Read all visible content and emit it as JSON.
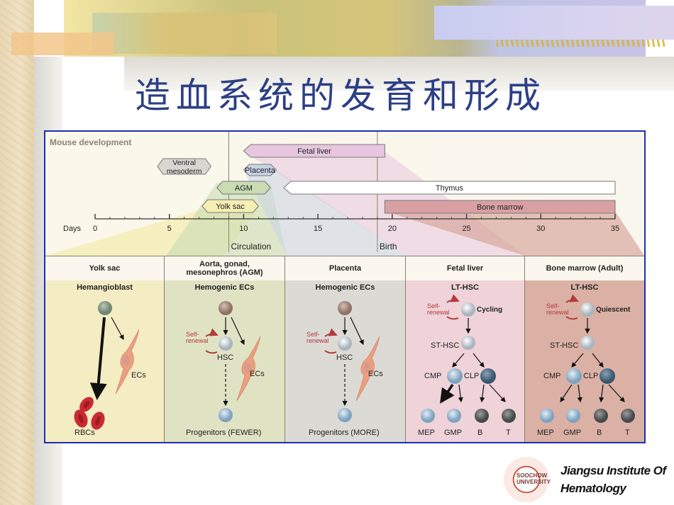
{
  "slide": {
    "title": "造血系统的发育和形成",
    "institution_line1": "Jiangsu Institute Of",
    "institution_line2": "Hematology",
    "logo_text": "SOOCHOW UNIVERSITY"
  },
  "timeline": {
    "title": "Mouse development",
    "axis_label": "Days",
    "ticks": [
      "0",
      "5",
      "10",
      "15",
      "20",
      "25",
      "30",
      "35"
    ],
    "axis_range": [
      0,
      35
    ],
    "markers": [
      {
        "label": "Circulation",
        "day": 9
      },
      {
        "label": "Birth",
        "day": 19
      }
    ],
    "sites": [
      {
        "label": "Ventral mesoderm",
        "line1": "Ventral",
        "line2": "mesoderm",
        "start": 4.2,
        "end": 7.8,
        "color": "#d9d6d1",
        "shape": "hex"
      },
      {
        "label": "Fetal liver",
        "start": 10,
        "end": 19.5,
        "color": "#e7c6df",
        "shape": "arrow-left"
      },
      {
        "label": "Placenta",
        "start": 10,
        "end": 12.2,
        "color": "#c9d3e6",
        "shape": "hex"
      },
      {
        "label": "AGM",
        "start": 8.2,
        "end": 11.8,
        "color": "#c9dcb4",
        "shape": "hex"
      },
      {
        "label": "Thymus",
        "start": 12.7,
        "end": 35,
        "color": "#ffffff",
        "shape": "arrow-left"
      },
      {
        "label": "Yolk sac",
        "start": 7.2,
        "end": 11,
        "color": "#f5efb3",
        "shape": "hex"
      },
      {
        "label": "Bone marrow",
        "start": 19.5,
        "end": 35,
        "color": "#d9a0a4",
        "shape": "rect"
      }
    ]
  },
  "panels": [
    {
      "header": "Yolk sac",
      "subtitle": "Hemangioblast",
      "bg": "#f4ecc2",
      "labels": {
        "ecs": "ECs",
        "rbcs": "RBCs"
      }
    },
    {
      "header": "Aorta, gonad, mesonephros (AGM)",
      "header_line1": "Aorta, gonad,",
      "header_line2": "mesonephros (AGM)",
      "subtitle": "Hemogenic ECs",
      "bg": "#dfe3c4",
      "labels": {
        "self1": "Self-",
        "self2": "renewal",
        "hsc": "HSC",
        "ecs": "ECs",
        "progenitors": "Progenitors (FEWER)"
      }
    },
    {
      "header": "Placenta",
      "subtitle": "Hemogenic ECs",
      "bg": "#dcdad5",
      "labels": {
        "self1": "Self-",
        "self2": "renewal",
        "hsc": "HSC",
        "ecs": "ECs",
        "progenitors": "Progenitors (MORE)"
      }
    },
    {
      "header": "Fetal liver",
      "subtitle": "LT-HSC",
      "bg": "#efd3d8",
      "labels": {
        "self1": "Self-",
        "self2": "renewal",
        "state": "Cycling",
        "st": "ST-HSC",
        "cmp": "CMP",
        "clp": "CLP",
        "mep": "MEP",
        "gmp": "GMP",
        "b": "B",
        "t": "T"
      }
    },
    {
      "header": "Bone marrow (Adult)",
      "subtitle": "LT-HSC",
      "bg": "#dbb0a5",
      "labels": {
        "self1": "Self-",
        "self2": "renewal",
        "state": "Quiescent",
        "st": "ST-HSC",
        "cmp": "CMP",
        "clp": "CLP",
        "mep": "MEP",
        "gmp": "GMP",
        "b": "B",
        "t": "T"
      }
    }
  ],
  "colors": {
    "frame": "#1c2fb3",
    "title": "#2c3f86",
    "self_renewal": "#b23a3a",
    "ec": "#e99a7c",
    "rbc": "#c92a33"
  }
}
